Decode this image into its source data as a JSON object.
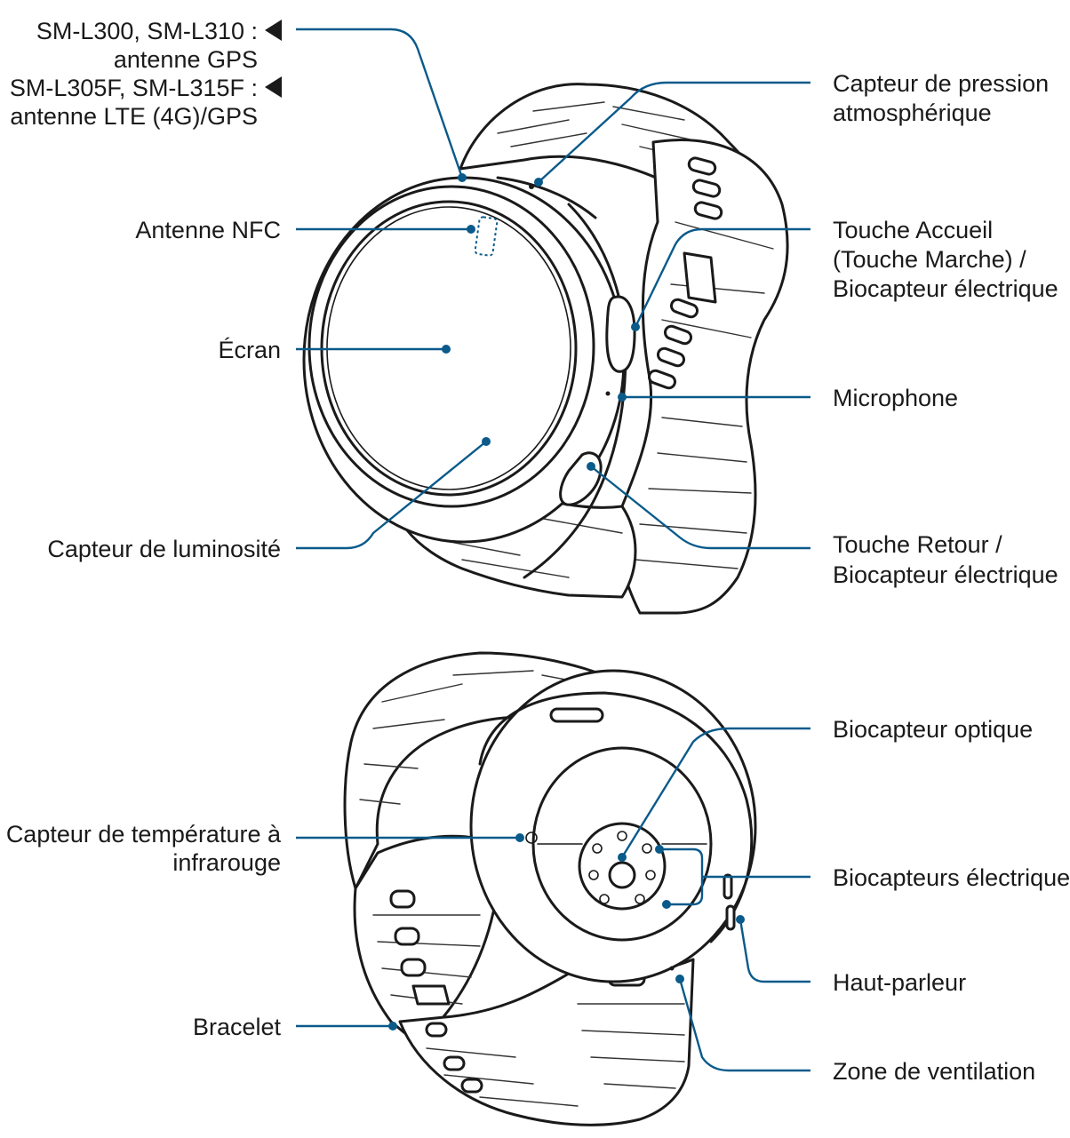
{
  "front_view": {
    "labels": {
      "models_gps_line1": "SM-L300, SM-L310 :",
      "models_gps_line2": "antenne GPS",
      "models_lte_line1": "SM-L305F, SM-L315F :",
      "models_lte_line2": "antenne LTE (4G)/GPS",
      "pressure_line1": "Capteur de pression",
      "pressure_line2": "atmosphérique",
      "nfc": "Antenne NFC",
      "home_line1": "Touche Accueil",
      "home_line2": "(Touche Marche) /",
      "home_line3": "Biocapteur électrique",
      "screen": "Écran",
      "microphone": "Microphone",
      "back_line1": "Touche Retour /",
      "back_line2": "Biocapteur électrique",
      "light_sensor": "Capteur de luminosité"
    }
  },
  "rear_view": {
    "labels": {
      "optical": "Biocapteur optique",
      "ir_line1": "Capteur de température à",
      "ir_line2": "infrarouge",
      "electrical": "Biocapteurs électriques",
      "speaker": "Haut-parleur",
      "strap": "Bracelet",
      "vent": "Zone de ventilation"
    }
  },
  "colors": {
    "leader": "#0a5a8a",
    "ink": "#1a1a1a",
    "background": "#ffffff"
  },
  "icons": {
    "pointer": "left-pointing-triangle"
  }
}
